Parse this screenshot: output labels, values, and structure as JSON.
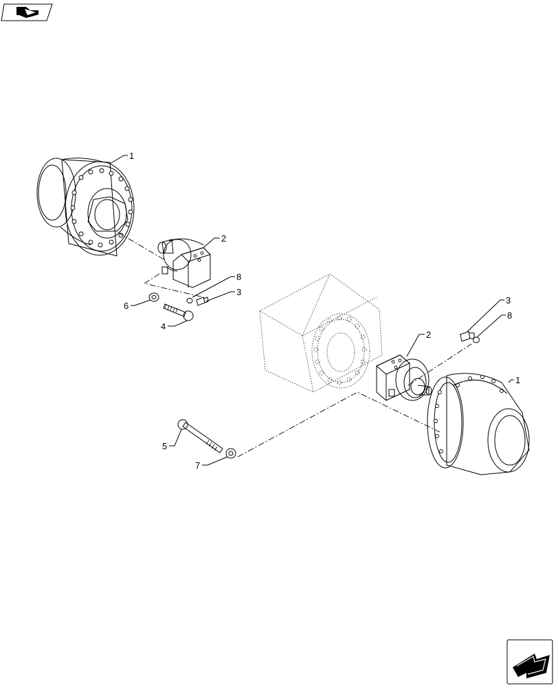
{
  "callouts": {
    "left_hub": "1",
    "left_motor": "2",
    "left_fitting": "3",
    "left_bolt": "4",
    "left_seal": "8",
    "left_washer": "6",
    "right_hub": "1",
    "right_motor": "2",
    "right_fitting": "3",
    "right_seal": "8",
    "long_bolt": "5",
    "right_washer": "7"
  },
  "icons": {
    "top_left": "view-orientation-icon",
    "bottom_right": "navigation-arrow-icon"
  }
}
